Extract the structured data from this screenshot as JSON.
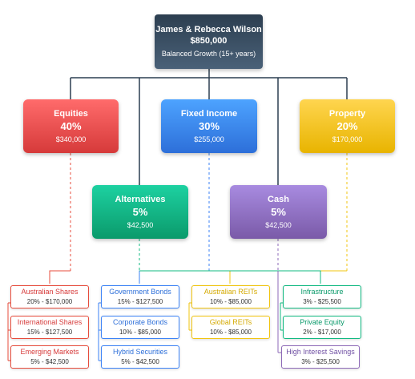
{
  "root": {
    "name": "James & Rebecca Wilson",
    "amount": "$850,000",
    "strategy": "Balanced Growth (15+ years)"
  },
  "classes": [
    {
      "name": "Equities",
      "percent": "40%",
      "amount": "$340,000",
      "color": "#e74c3c"
    },
    {
      "name": "Fixed Income",
      "percent": "30%",
      "amount": "$255,000",
      "color": "#3b82f6"
    },
    {
      "name": "Property",
      "percent": "20%",
      "amount": "$170,000",
      "color": "#f1c40f"
    },
    {
      "name": "Alternatives",
      "percent": "5%",
      "amount": "$42,500",
      "color": "#10b981"
    },
    {
      "name": "Cash",
      "percent": "5%",
      "amount": "$42,500",
      "color": "#8e6ab8"
    }
  ],
  "holdings": {
    "equities": [
      {
        "name": "Australian Shares",
        "value": "20% - $170,000"
      },
      {
        "name": "International Shares",
        "value": "15% - $127,500"
      },
      {
        "name": "Emerging Markets",
        "value": "5% - $42,500"
      }
    ],
    "fixed_income": [
      {
        "name": "Government Bonds",
        "value": "15% - $127,500"
      },
      {
        "name": "Corporate Bonds",
        "value": "10% - $85,000"
      },
      {
        "name": "Hybrid Securities",
        "value": "5% - $42,500"
      }
    ],
    "property": [
      {
        "name": "Australian REITs",
        "value": "10% - $85,000"
      },
      {
        "name": "Global REITs",
        "value": "10% - $85,000"
      }
    ],
    "alternatives": [
      {
        "name": "Infrastructure",
        "value": "3% - $25,500"
      },
      {
        "name": "Private Equity",
        "value": "2% - $17,000"
      }
    ],
    "cash": [
      {
        "name": "High Interest Savings",
        "value": "3% - $25,500"
      }
    ]
  }
}
